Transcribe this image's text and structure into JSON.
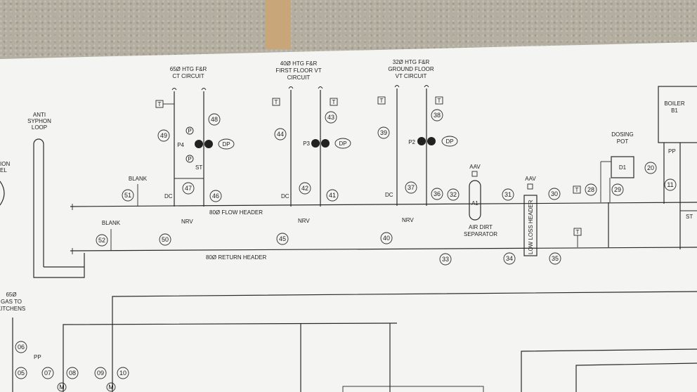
{
  "circuits": [
    {
      "line1": "65Ø HTG F&R",
      "line2": "CT CIRCUIT",
      "line3": "",
      "pump": "P4"
    },
    {
      "line1": "40Ø HTG F&R",
      "line2": "FIRST FLOOR VT",
      "line3": "CIRCUIT",
      "pump": "P3"
    },
    {
      "line1": "32Ø HTG F&R",
      "line2": "GROUND FLOOR",
      "line3": "VT CIRCUIT",
      "pump": "P2"
    }
  ],
  "labels": {
    "anti_syphon": [
      "ANTI",
      "SYPHON",
      "LOOP"
    ],
    "left_cut": [
      "ION",
      "EL"
    ],
    "blank": "BLANK",
    "dc": "DC",
    "st": "ST",
    "nrv": "NRV",
    "dp": "DP",
    "p": "P",
    "t": "T",
    "aav": "AAV",
    "flow_header": "80Ø FLOW HEADER",
    "return_header": "80Ø RETURN HEADER",
    "air_dirt": [
      "AIR DIRT",
      "SEPARATOR"
    ],
    "a1": "A1",
    "low_loss_header": "LOW LOSS HEADER",
    "dosing_pot": [
      "DOSING",
      "POT"
    ],
    "d1": "D1",
    "boiler": [
      "BOILER",
      "B1"
    ],
    "pp": "PP",
    "gas": [
      "65Ø",
      "GAS TO",
      "KITCHENS"
    ],
    "motor": "M",
    "st_right": "ST"
  },
  "tags": {
    "t48": "48",
    "t43": "43",
    "t38": "38",
    "t49": "49",
    "t44": "44",
    "t39": "39",
    "t47": "47",
    "t42": "42",
    "t37": "37",
    "t46": "46",
    "t41": "41",
    "t36": "36",
    "t51": "51",
    "t52": "52",
    "t50": "50",
    "t45": "45",
    "t40": "40",
    "t32": "32",
    "t31": "31",
    "t30": "30",
    "t33": "33",
    "t34": "34",
    "t35": "35",
    "t28": "28",
    "t29": "29",
    "t20": "20",
    "t11": "11",
    "t06": "06",
    "t05": "05",
    "t07": "07",
    "t08": "08",
    "t09": "09",
    "t10": "10"
  }
}
